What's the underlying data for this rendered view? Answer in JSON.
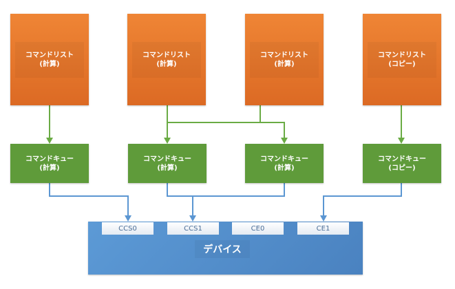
{
  "command_lists": [
    {
      "label": "コマンドリスト\n(計算)"
    },
    {
      "label": "コマンドリスト\n(計算)"
    },
    {
      "label": "コマンドリスト\n(計算)"
    },
    {
      "label": "コマンドリスト\n(コピー)"
    }
  ],
  "command_queues": [
    {
      "label": "コマンドキュー\n(計算)"
    },
    {
      "label": "コマンドキュー\n(計算)"
    },
    {
      "label": "コマンドキュー\n(計算)"
    },
    {
      "label": "コマンドキュー\n(コピー)"
    }
  ],
  "device": {
    "label": "デバイス",
    "engines": [
      "CCS0",
      "CCS1",
      "CE0",
      "CE1"
    ]
  },
  "colors": {
    "list": "#e87a30",
    "queue": "#5f9b3a",
    "device": "#5b96d2",
    "green_line": "#6aab44",
    "blue_line": "#5b96d2"
  }
}
